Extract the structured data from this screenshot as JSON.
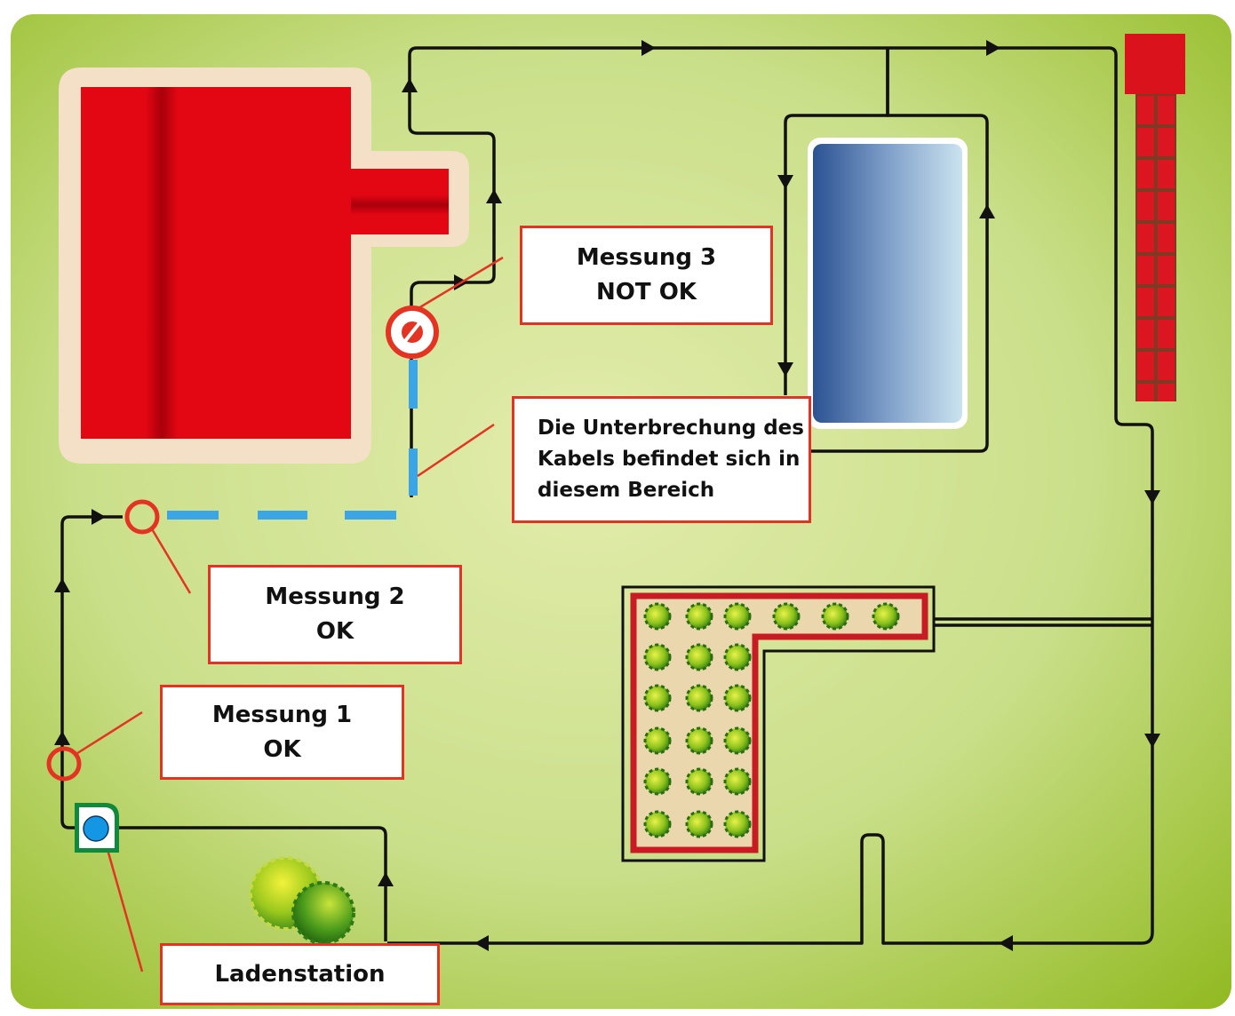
{
  "labels": {
    "messung3": {
      "line1": "Messung 3",
      "line2": "NOT OK"
    },
    "interruption": {
      "line1": "Die  Unterbrechung  des",
      "line2": "Kabels  befindet  sich  in",
      "line3": "diesem Bereich"
    },
    "messung2": {
      "line1": "Messung 2",
      "line2": "OK"
    },
    "messung1": {
      "line1": "Messung 1",
      "line2": "OK"
    },
    "station": {
      "text": "Ladenstation"
    }
  },
  "colors": {
    "lawn_light": "#dfe9a6",
    "lawn_dark": "#92ba22",
    "house": "#e30613",
    "house_shadow": "#b4000c",
    "house_border": "#f3e0c7",
    "pool_dark": "#2e5596",
    "pool_light": "#c6e0ee",
    "wall": "#d21820",
    "wire": "#111111",
    "broken_segment": "#3ba5e6",
    "callout": "#e53323",
    "station": "#0f8a3c",
    "station_dot": "#1396e3"
  },
  "icons": [
    "measurement-point-ring",
    "not-ok-icon",
    "charging-station-icon",
    "shrub-icon",
    "flowerbed-plant-icon"
  ]
}
